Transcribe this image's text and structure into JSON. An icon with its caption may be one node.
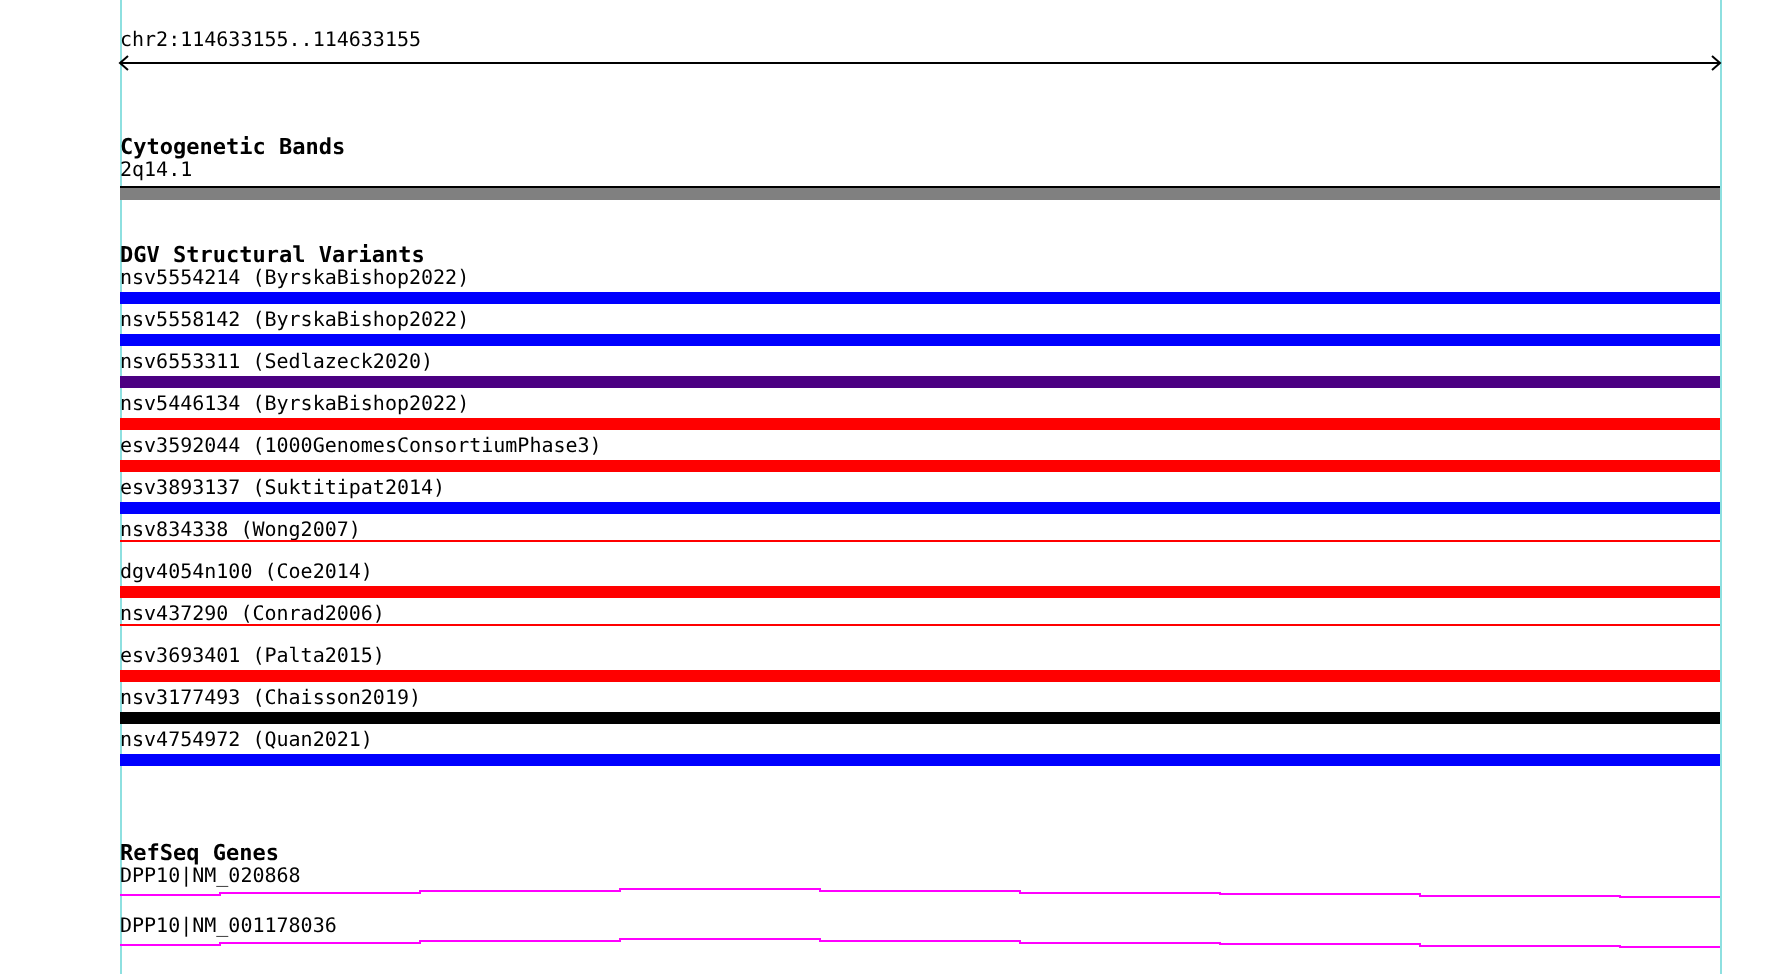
{
  "diagram": {
    "nodes": [
      {
        "text": [
          "Cytogenetic Bands"
        ]
      },
      {
        "text": [
          "2q14.1"
        ],
        "in": 0
      },
      {
        "text": [
          "DGV Structural Variants"
        ]
      },
      {
        "text": [
          "nsv5554214 (ByrskaBishop2022)"
        ],
        "in": 2
      },
      {
        "text": [
          "nsv5558142 (ByrskaBishop2022)"
        ],
        "in": 2
      },
      {
        "text": [
          "nsv6553311 (Sedlazeck2020)"
        ],
        "in": 2
      },
      {
        "text": [
          "nsv5446134 (ByrskaBishop2022)"
        ],
        "in": 2
      },
      {
        "text": [
          "esv3592044 (1000GenomesConsortiumPhase3)"
        ],
        "in": 2
      },
      {
        "text": [
          "esv3893137 (Suktitipat2014)"
        ],
        "in": 2
      },
      {
        "text": [
          "nsv834338 (Wong2007)"
        ],
        "in": 2
      },
      {
        "text": [
          "dgv4054n100 (Coe2014)"
        ],
        "in": 2
      },
      {
        "text": [
          "nsv437290 (Conrad2006)"
        ],
        "in": 2
      },
      {
        "text": [
          "esv3693401 (Palta2015)"
        ],
        "in": 2
      },
      {
        "text": [
          "nsv3177493 (Chaisson2019)"
        ],
        "in": 2
      },
      {
        "text": [
          "nsv4754972 (Quan2021)"
        ],
        "in": 2
      },
      {
        "text": [
          "RefSeq Genes"
        ]
      },
      {
        "text": [
          "DPP10|NM_020868"
        ],
        "in": 15
      },
      {
        "text": [
          "DPP10|NM_001178036"
        ],
        "in": 15
      }
    ],
    "edges": [],
    "labels": [
      "chr2:114633155..114633155"
    ]
  }
}
